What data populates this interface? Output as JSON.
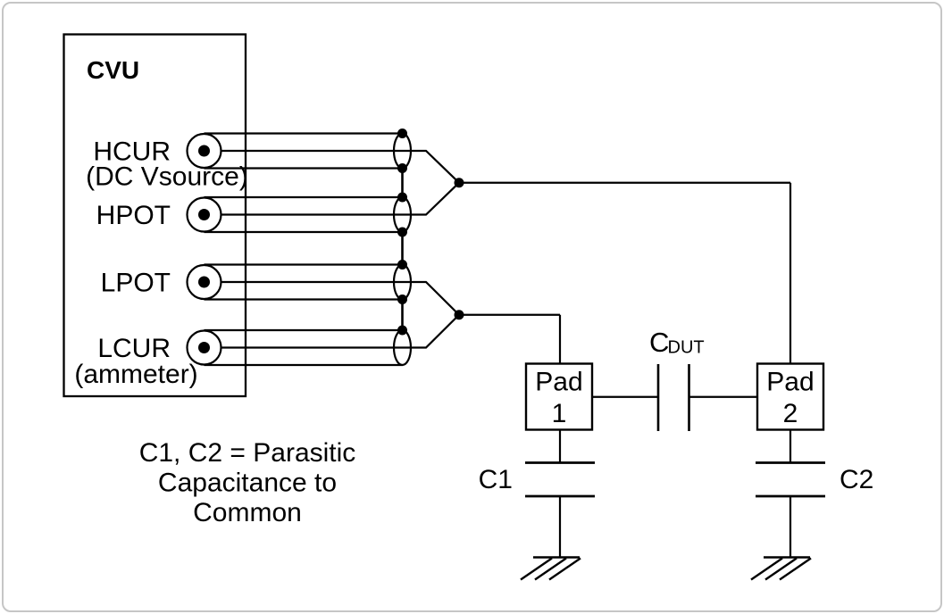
{
  "diagram": {
    "instrument": {
      "title": "CVU",
      "terminals": [
        {
          "name": "HCUR",
          "sublabel": "(DC Vsource)"
        },
        {
          "name": "HPOT",
          "sublabel": ""
        },
        {
          "name": "LPOT",
          "sublabel": ""
        },
        {
          "name": "LCUR",
          "sublabel": "(ammeter)"
        }
      ]
    },
    "dut": {
      "pad1": {
        "line1": "Pad",
        "line2": "1"
      },
      "pad2": {
        "line1": "Pad",
        "line2": "2"
      },
      "cdut_label": {
        "base": "C",
        "subscript": "DUT"
      },
      "c1_label": "C1",
      "c2_label": "C2"
    },
    "caption": {
      "line1": "C1, C2 = Parasitic",
      "line2": "Capacitance to",
      "line3": "Common"
    },
    "colors": {
      "line": "#000000",
      "text": "#000000",
      "background": "#ffffff",
      "border": "#c6c6c6"
    }
  }
}
